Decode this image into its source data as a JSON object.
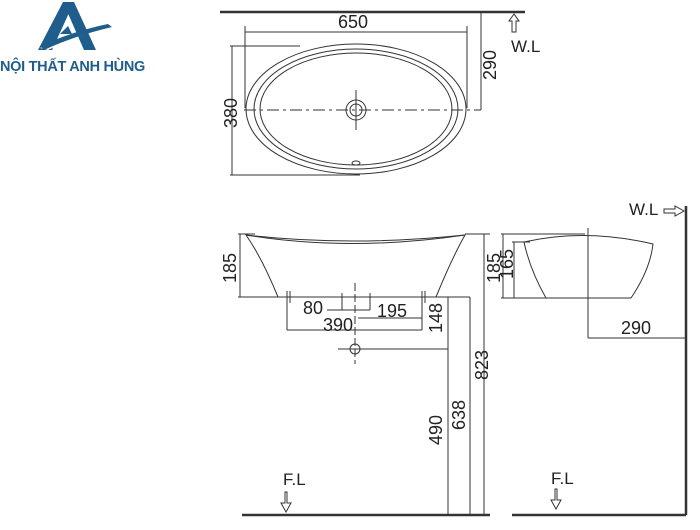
{
  "brand": {
    "name": "NỘI THẤT ANH HÙNG",
    "logo_color": "#1f5d8c"
  },
  "drawing": {
    "subject": "vessel wash basin dimension drawing",
    "line_color": "#333333",
    "top_view": {
      "width_label": "650",
      "depth_label": "380",
      "wall_to_center_label": "290",
      "wall_label": "W.L"
    },
    "front_view": {
      "height_label": "185",
      "drain_offset_label": "80",
      "right_offset_label": "195",
      "base_width_label": "390",
      "drain_drop_label": "148",
      "drain_height_label": "490",
      "base_height_label": "638",
      "rim_height_label": "823",
      "floor_label": "F.L"
    },
    "side_view": {
      "height_label": "185",
      "inner_height_label": "165",
      "wall_to_center_label": "290",
      "wall_label": "W.L",
      "floor_label": "F.L"
    }
  }
}
